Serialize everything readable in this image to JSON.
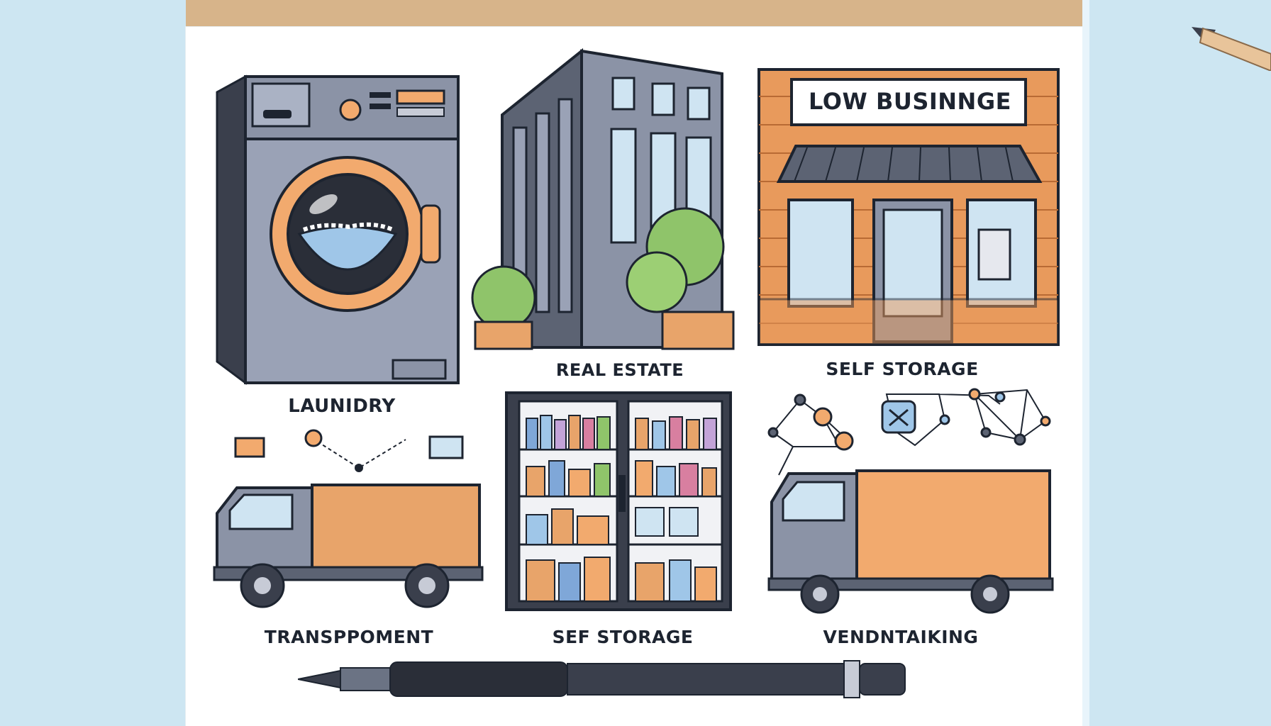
{
  "colors": {
    "background": "#cde6f2",
    "paper": "#ffffff",
    "board": "#d7b48a",
    "ink": "#1d2430",
    "orange": "#f2aa6e",
    "gray": "#8b93a6",
    "brick": "#e89a5c",
    "green": "#8fc46a",
    "glass": "#cfe4f2"
  },
  "panels": {
    "laundry": {
      "label": "LAUNIDRY",
      "icon": "washing-machine-icon"
    },
    "real_estate": {
      "label": "REAL ESTATE",
      "icon": "office-building-icon"
    },
    "storefront": {
      "label": "SELF STORAGE",
      "sign": "LOW BUSINNGE",
      "icon": "storefront-icon"
    },
    "transport": {
      "label": "TRANSPPOMENT",
      "icon": "delivery-truck-icon"
    },
    "vending": {
      "label": "SEF STORAGE",
      "icon": "vending-machine-icon"
    },
    "networking": {
      "label": "VENDNTAIKING",
      "icon": "box-truck-network-icon"
    }
  }
}
